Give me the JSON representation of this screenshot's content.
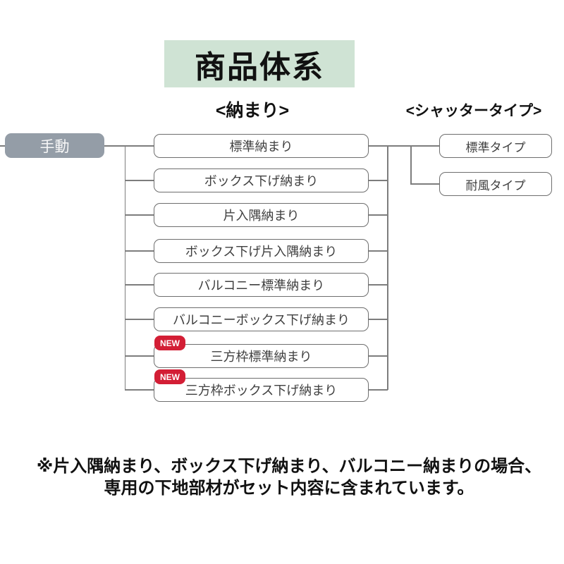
{
  "title": "商品体系",
  "headers": {
    "nakamari": "<納まり>",
    "shutter_type": "<シャッタータイプ>"
  },
  "root": {
    "label": "手動"
  },
  "nakamari": {
    "items": [
      {
        "label": "標準納まり"
      },
      {
        "label": "ボックス下げ納まり"
      },
      {
        "label": "片入隅納まり"
      },
      {
        "label": "ボックス下げ片入隅納まり"
      },
      {
        "label": "バルコニー標準納まり"
      },
      {
        "label": "バルコニーボックス下げ納まり"
      },
      {
        "label": "三方枠標準納まり",
        "badge": "NEW"
      },
      {
        "label": "三方枠ボックス下げ納まり",
        "badge": "NEW"
      }
    ]
  },
  "shutter_types": {
    "items": [
      {
        "label": "標準タイプ"
      },
      {
        "label": "耐風タイプ"
      }
    ]
  },
  "footnote": {
    "line1": "※片入隅納まり、ボックス下げ納まり、バルコニー納まりの場合、",
    "line2": "専用の下地部材がセット内容に含まれています。"
  },
  "colors": {
    "title_bg": "#cfe3d4",
    "root_box_bg": "#949da7",
    "badge_bg": "#d31e35",
    "box_border": "#6e6e6e",
    "connector": "#7d7d7d",
    "box_text": "#3f3f3f"
  }
}
